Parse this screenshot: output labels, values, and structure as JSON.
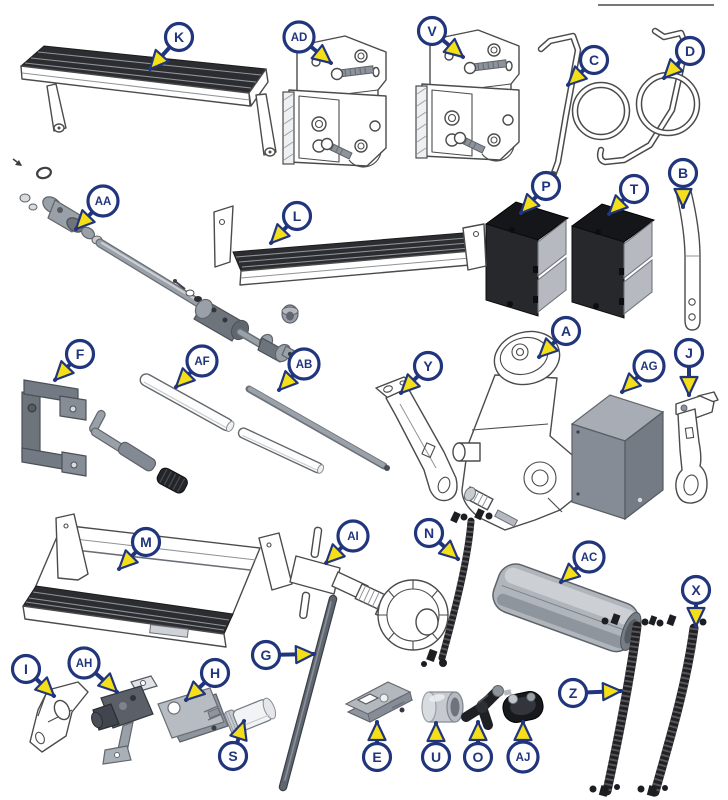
{
  "figure": {
    "kind": "exploded-parts-diagram",
    "background": "#ffffff",
    "divider_line_top_right": true
  },
  "colors": {
    "callout_ring": "#21357c",
    "callout_letter": "#21357c",
    "leader_line": "#21357c",
    "arrowhead": "#f5df19",
    "line_art_stroke": "#4b4b4b",
    "dark_tread": "#2c2d30",
    "gray_part": "#9aa0a8",
    "black_part": "#1d1f22"
  },
  "callouts": [
    {
      "label": "K",
      "depicts": "step-tread-assembly"
    },
    {
      "label": "AD",
      "depicts": "mount-bracket-assembly"
    },
    {
      "label": "V",
      "depicts": "mount-bracket-assembly"
    },
    {
      "label": "C",
      "depicts": "looped-cable"
    },
    {
      "label": "D",
      "depicts": "looped-cable"
    },
    {
      "label": "P",
      "depicts": "control-unit-box"
    },
    {
      "label": "T",
      "depicts": "control-unit-box"
    },
    {
      "label": "B",
      "depicts": "curved-link-arm"
    },
    {
      "label": "AA",
      "depicts": "drive-linkage-shaft"
    },
    {
      "label": "L",
      "depicts": "step-tread"
    },
    {
      "label": "F",
      "depicts": "c-channel-bracket"
    },
    {
      "label": "AF",
      "depicts": "tube-pair"
    },
    {
      "label": "AB",
      "depicts": "rod"
    },
    {
      "label": "Y",
      "depicts": "pivot-lever"
    },
    {
      "label": "A",
      "depicts": "motor-assembly"
    },
    {
      "label": "AG",
      "depicts": "cover-box"
    },
    {
      "label": "J",
      "depicts": "clevis-link"
    },
    {
      "label": "M",
      "depicts": "step-assembly"
    },
    {
      "label": "AI",
      "depicts": "override-crank-knob"
    },
    {
      "label": "N",
      "depicts": "wire-harness"
    },
    {
      "label": "AC",
      "depicts": "extrusion-cover"
    },
    {
      "label": "X",
      "depicts": "wire-harness"
    },
    {
      "label": "I",
      "depicts": "angled-bracket"
    },
    {
      "label": "AH",
      "depicts": "gear-motor"
    },
    {
      "label": "H",
      "depicts": "mounting-plate"
    },
    {
      "label": "G",
      "depicts": "link-rod"
    },
    {
      "label": "S",
      "depicts": "roller-plug"
    },
    {
      "label": "E",
      "depicts": "adapter-plate"
    },
    {
      "label": "U",
      "depicts": "bushing"
    },
    {
      "label": "O",
      "depicts": "tee-knob"
    },
    {
      "label": "AJ",
      "depicts": "grommet-block"
    },
    {
      "label": "Z",
      "depicts": "wire-harness-pair"
    }
  ]
}
